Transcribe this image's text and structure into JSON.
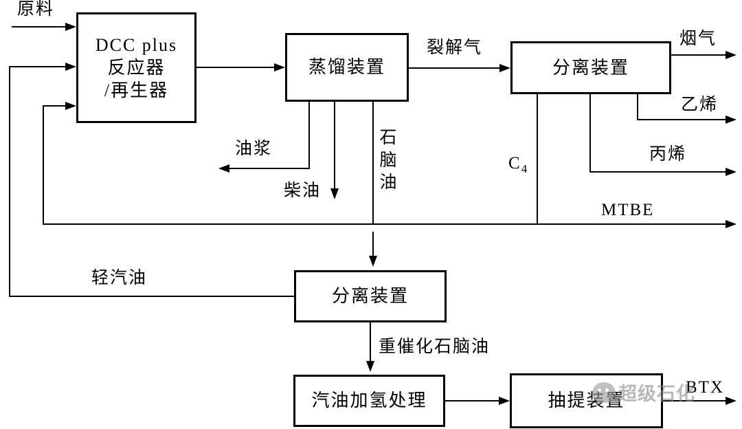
{
  "boxes": {
    "dcc_reactor": {
      "line1": "DCC  plus",
      "line2": "反应器",
      "line3": "/再生器"
    },
    "distillation": {
      "label": "蒸馏装置"
    },
    "separation_gas": {
      "label": "分离装置"
    },
    "separation_gasoline": {
      "label": "分离装置"
    },
    "hydrotreating": {
      "label": "汽油加氢处理"
    },
    "extraction": {
      "label": "抽提装置"
    }
  },
  "streams": {
    "feed": "原料",
    "cracked_gas": "裂解气",
    "flue_gas": "烟气",
    "ethylene": "乙烯",
    "propylene": "丙烯",
    "c4_base": "C",
    "c4_sub": "4",
    "mtbe": "MTBE",
    "oil_slurry": "油浆",
    "diesel": "柴油",
    "naphtha_vertical": "石脑油",
    "light_gasoline": "轻汽油",
    "heavy_cat_naphtha": "重催化石脑油",
    "btx": "BTX"
  },
  "watermark": {
    "text": "超级石化"
  },
  "colors": {
    "line": "#000000",
    "background": "#ffffff",
    "watermark_gray": "#9a9a9a"
  }
}
